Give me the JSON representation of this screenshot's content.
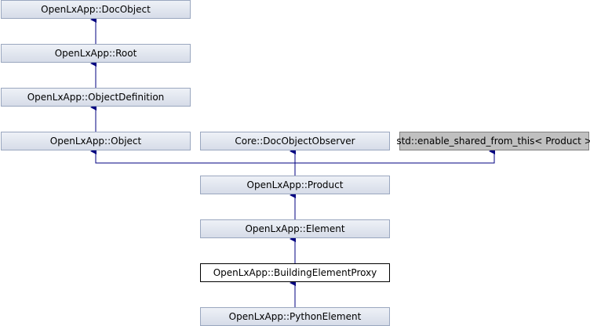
{
  "colors": {
    "edge": "#000080",
    "node_border": "#9aa7bf",
    "node_fill": "#dde3ee",
    "current_fill": "#ffffff",
    "external_fill": "#c0c0c0"
  },
  "nodes": {
    "docobject": "OpenLxApp::DocObject",
    "root": "OpenLxApp::Root",
    "objectdefinition": "OpenLxApp::ObjectDefinition",
    "object": "OpenLxApp::Object",
    "docobjectobserver": "Core::DocObjectObserver",
    "enable_shared": "std::enable_shared_from_this< Product >",
    "product": "OpenLxApp::Product",
    "element": "OpenLxApp::Element",
    "buildingelementproxy": "OpenLxApp::BuildingElementProxy",
    "pythonelement": "OpenLxApp::PythonElement"
  }
}
